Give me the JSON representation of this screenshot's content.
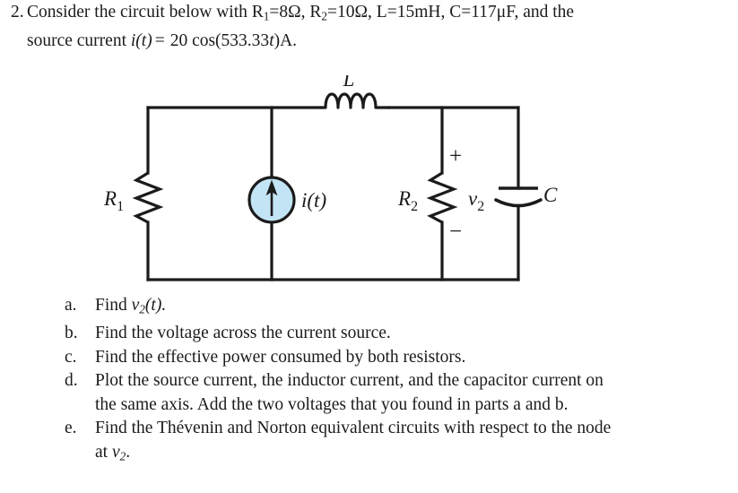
{
  "problem": {
    "number": "2.",
    "line1_prefix": "Consider the circuit below with ",
    "r1_name": "R",
    "r1_sub": "1",
    "r1_value": "=8Ω, ",
    "r2_name": "R",
    "r2_sub": "2",
    "r2_value": "=10Ω, ",
    "l_value": "L=15mH, ",
    "c_value": "C=117μF, ",
    "line1_suffix": "and the",
    "line2_prefix": "source current ",
    "source_sym": "i",
    "source_arg": "(t)",
    "source_equals": "=",
    "source_expr": "20 cos(533.33",
    "source_expr_var": "t",
    "source_expr_tail": ")A."
  },
  "circuit": {
    "components": {
      "r1_label": "R",
      "r1_sub": "1",
      "r2_label": "R",
      "r2_sub": "2",
      "inductor_label": "L",
      "capacitor_label": "C",
      "source_label": "i",
      "source_label_arg": "(t)",
      "v2_label": "v",
      "v2_sub": "2",
      "plus_sign": "+",
      "minus_sign": "−"
    },
    "colors": {
      "wire": "#1b1b1b",
      "source_fill": "#c3e4f4",
      "source_stroke": "#1b1b1b",
      "text": "#1b1b1b"
    }
  },
  "parts": [
    {
      "letter": "a.",
      "text_pre": "Find ",
      "sym": "v",
      "sym_sub": "2",
      "text_post": "(t).",
      "line2": ""
    },
    {
      "letter": "b.",
      "text_pre": "Find the voltage across the current source.",
      "sym": "",
      "sym_sub": "",
      "text_post": "",
      "line2": ""
    },
    {
      "letter": "c.",
      "text_pre": "Find the effective power consumed by both resistors.",
      "sym": "",
      "sym_sub": "",
      "text_post": "",
      "line2": ""
    },
    {
      "letter": "d.",
      "text_pre": "Plot the source current, the inductor current, and the capacitor current on",
      "sym": "",
      "sym_sub": "",
      "text_post": "",
      "line2": "the same axis. Add the two voltages that you found in parts a and b."
    },
    {
      "letter": "e.",
      "text_pre": "Find the Thévenin and Norton equivalent circuits with respect to the node",
      "sym": "",
      "sym_sub": "",
      "text_post": "",
      "line2_pre": "at ",
      "line2_sym": "v",
      "line2_sym_sub": "2",
      "line2_post": "."
    }
  ]
}
